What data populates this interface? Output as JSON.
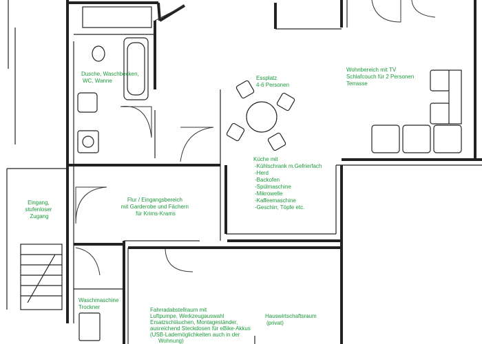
{
  "labels": {
    "bathroom": [
      "Dusche, Waschbecken,",
      "WC, Wanne"
    ],
    "dining": [
      "Essplatz",
      "4-6 Personen"
    ],
    "living": [
      "Wohnbereich mit TV",
      "Schlafcouch für 2 Personen",
      "Terrasse"
    ],
    "kitchen": [
      "Küche mit",
      "-Kühlschrank m.Gefrierfach",
      "-Herd",
      "-Backofen",
      "-Spülmaschine",
      "-Mikrowelle",
      "-Kaffeemaschine",
      "-Geschirr, Töpfe etc."
    ],
    "entrance": [
      "Eingang,",
      "stufenloser",
      "Zugang"
    ],
    "hall": [
      "Flur / Eingangsbereich",
      "mit Garderobe und Fächern",
      "für Krims-Krams"
    ],
    "laundry": [
      "Waschmaschine",
      "Trockner"
    ],
    "bikes": [
      "Fahrradabstellraum mit",
      "Luftpumpe, Werkzeugauswahl",
      "Ersatzschläuchen, Montageständer,",
      "ausreichend Steckdosen für eBike-Akkus",
      "(USB-Lademöglichkeiten  auch in der",
      "Wohnung)"
    ],
    "utility": [
      "Hauswirtschaftsraum",
      "(privat)"
    ]
  },
  "colors": {
    "label": "#1a9a3a",
    "line": "#222222",
    "background": "#ffffff"
  }
}
